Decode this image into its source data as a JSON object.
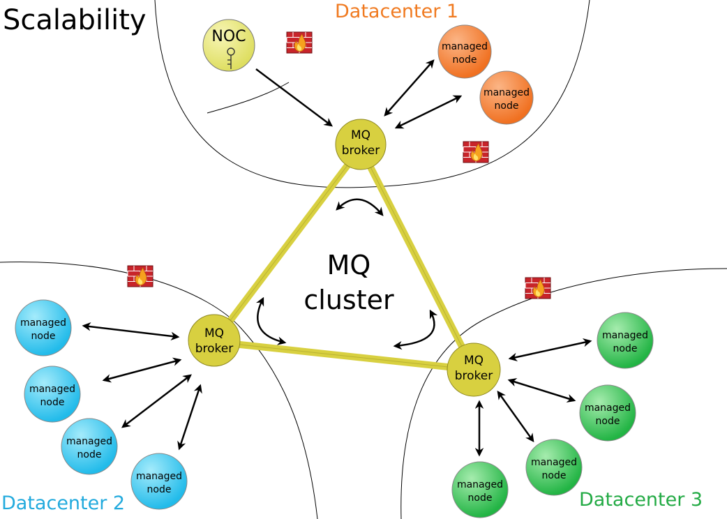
{
  "title": "Scalability",
  "cluster_label": {
    "line1": "MQ",
    "line2": "cluster"
  },
  "broker_label": {
    "line1": "MQ",
    "line2": "broker"
  },
  "node_label": {
    "line1": "managed",
    "line2": "node"
  },
  "noc_label": "NOC",
  "datacenters": [
    {
      "name": "Datacenter 1",
      "color": "#f07a20"
    },
    {
      "name": "Datacenter 2",
      "color": "#22aadd"
    },
    {
      "name": "Datacenter 3",
      "color": "#22aa44"
    }
  ],
  "colors": {
    "broker_fill": "#d8d040",
    "link": "#d8d040",
    "dc1_node": "#f5893a",
    "dc2_node": "#3cc8ee",
    "dc3_node": "#3ec85a",
    "noc_fill": "#ecec88",
    "firewall": "#c8242a"
  },
  "icons": [
    "firewall-icon",
    "key-icon"
  ]
}
